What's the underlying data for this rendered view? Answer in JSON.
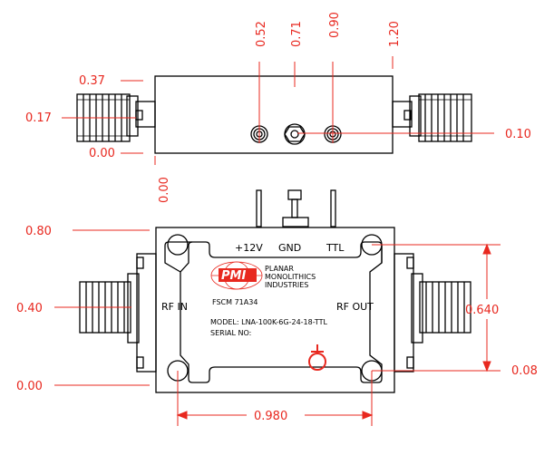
{
  "top_labels": {
    "d052": "0.52",
    "d071": "0.71",
    "d090": "0.90",
    "d120": "1.20"
  },
  "side_view": {
    "d037": "0.37",
    "d017": "0.17",
    "d000": "0.00",
    "d010": "0.10"
  },
  "front_view": {
    "d000_vertical": "0.00",
    "d080": "0.80",
    "d040": "0.40",
    "d000": "0.00",
    "d0640": "0.640",
    "d008": "0.08",
    "d0980": "0.980",
    "pin_12v": "+12V",
    "pin_gnd": "GND",
    "pin_ttl": "TTL",
    "rf_in": "RF IN",
    "rf_out": "RF OUT",
    "fscm": "FSCM 71A34",
    "model": "MODEL: LNA-100K-6G-24-18-TTL",
    "serial": "SERIAL NO:"
  },
  "logo": {
    "mark": "PMI",
    "line1": "PLANAR",
    "line2": "MONOLITHICS",
    "line3": "INDUSTRIES"
  },
  "colors": {
    "dimension": "#e8281f",
    "outline": "#000000"
  }
}
